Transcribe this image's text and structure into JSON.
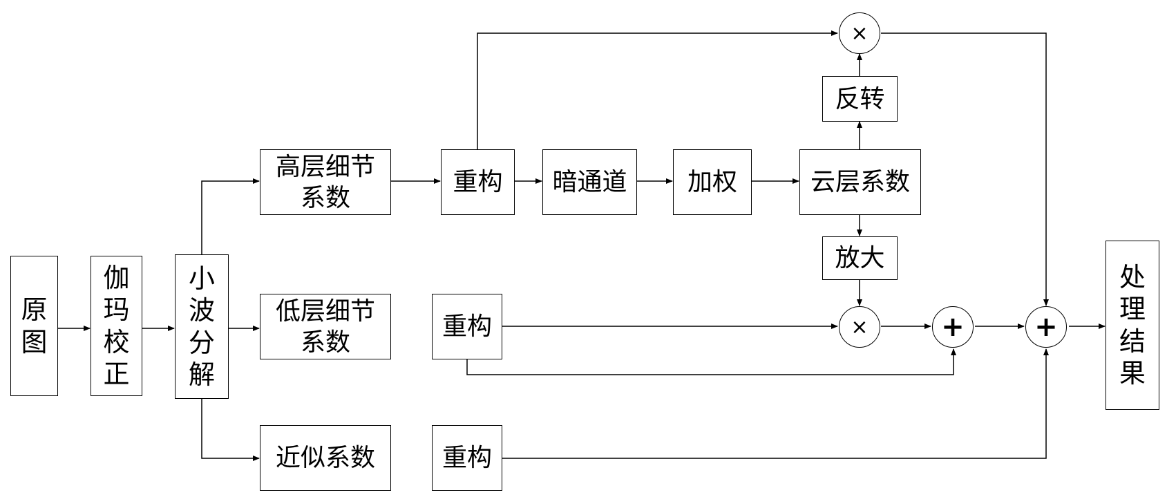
{
  "nodes": {
    "original": "原\n图",
    "gamma": "伽\n玛\n校\n正",
    "wavelet": "小\n波\n分\n解",
    "high_coef": "高层细节\n系数",
    "low_coef": "低层细节\n系数",
    "approx_coef": "近似系数",
    "recon_high": "重构",
    "recon_low": "重构",
    "recon_approx": "重构",
    "dark_channel": "暗通道",
    "weight": "加权",
    "cloud_coef": "云层系数",
    "invert": "反转",
    "amplify": "放大",
    "result": "处\n理\n结\n果"
  },
  "operators": {
    "mul_top": "×",
    "mul_mid": "×",
    "add_mid": "+",
    "add_final": "+"
  }
}
